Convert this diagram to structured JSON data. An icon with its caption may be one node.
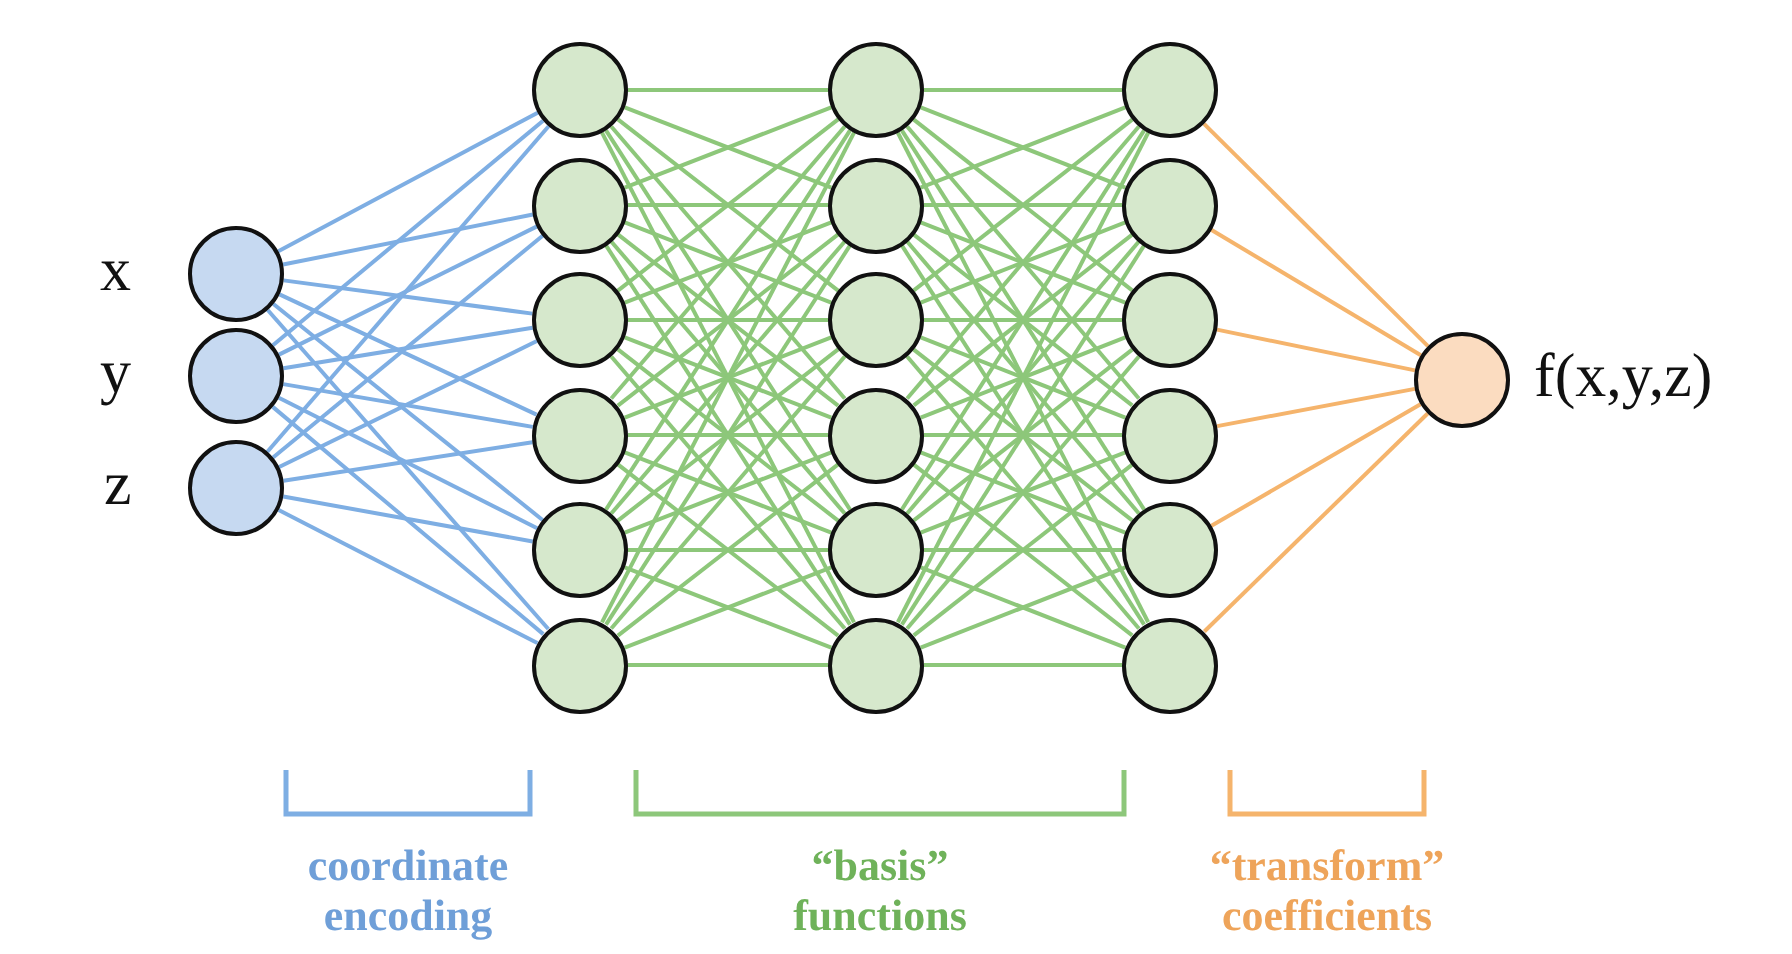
{
  "diagram": {
    "nodes": [
      {
        "text": [],
        "shape": "circle",
        "beside": [
          "x"
        ]
      },
      {
        "text": [],
        "shape": "circle",
        "beside": [
          "y"
        ]
      },
      {
        "text": [],
        "shape": "circle",
        "beside": [
          "z"
        ]
      },
      {
        "text": [],
        "shape": "circle"
      },
      {
        "text": [],
        "shape": "circle"
      },
      {
        "text": [],
        "shape": "circle"
      },
      {
        "text": [],
        "shape": "circle"
      },
      {
        "text": [],
        "shape": "circle"
      },
      {
        "text": [],
        "shape": "circle"
      },
      {
        "text": [],
        "shape": "circle"
      },
      {
        "text": [],
        "shape": "circle"
      },
      {
        "text": [],
        "shape": "circle"
      },
      {
        "text": [],
        "shape": "circle"
      },
      {
        "text": [],
        "shape": "circle"
      },
      {
        "text": [],
        "shape": "circle"
      },
      {
        "text": [],
        "shape": "circle"
      },
      {
        "text": [],
        "shape": "circle"
      },
      {
        "text": [],
        "shape": "circle"
      },
      {
        "text": [],
        "shape": "circle"
      },
      {
        "text": [],
        "shape": "circle"
      },
      {
        "text": [],
        "shape": "circle"
      },
      {
        "text": [],
        "shape": "circle",
        "beside": [
          "f(x,y,z)"
        ]
      }
    ],
    "edges": [
      {
        "from": 0,
        "to": 3,
        "arrow": "none",
        "color": "#7eaee3"
      },
      {
        "from": 0,
        "to": 4,
        "arrow": "none",
        "color": "#7eaee3"
      },
      {
        "from": 0,
        "to": 5,
        "arrow": "none",
        "color": "#7eaee3"
      },
      {
        "from": 0,
        "to": 6,
        "arrow": "none",
        "color": "#7eaee3"
      },
      {
        "from": 0,
        "to": 7,
        "arrow": "none",
        "color": "#7eaee3"
      },
      {
        "from": 0,
        "to": 8,
        "arrow": "none",
        "color": "#7eaee3"
      },
      {
        "from": 1,
        "to": 3,
        "arrow": "none",
        "color": "#7eaee3"
      },
      {
        "from": 1,
        "to": 4,
        "arrow": "none",
        "color": "#7eaee3"
      },
      {
        "from": 1,
        "to": 5,
        "arrow": "none",
        "color": "#7eaee3"
      },
      {
        "from": 1,
        "to": 6,
        "arrow": "none",
        "color": "#7eaee3"
      },
      {
        "from": 1,
        "to": 7,
        "arrow": "none",
        "color": "#7eaee3"
      },
      {
        "from": 1,
        "to": 8,
        "arrow": "none",
        "color": "#7eaee3"
      },
      {
        "from": 2,
        "to": 3,
        "arrow": "none",
        "color": "#7eaee3"
      },
      {
        "from": 2,
        "to": 4,
        "arrow": "none",
        "color": "#7eaee3"
      },
      {
        "from": 2,
        "to": 5,
        "arrow": "none",
        "color": "#7eaee3"
      },
      {
        "from": 2,
        "to": 6,
        "arrow": "none",
        "color": "#7eaee3"
      },
      {
        "from": 2,
        "to": 7,
        "arrow": "none",
        "color": "#7eaee3"
      },
      {
        "from": 2,
        "to": 8,
        "arrow": "none",
        "color": "#7eaee3"
      },
      {
        "from": 3,
        "to": 9,
        "arrow": "none"
      },
      {
        "from": 3,
        "to": 10,
        "arrow": "none"
      },
      {
        "from": 3,
        "to": 11,
        "arrow": "none"
      },
      {
        "from": 3,
        "to": 12,
        "arrow": "none"
      },
      {
        "from": 3,
        "to": 13,
        "arrow": "none"
      },
      {
        "from": 3,
        "to": 14,
        "arrow": "none"
      },
      {
        "from": 4,
        "to": 9,
        "arrow": "none"
      },
      {
        "from": 4,
        "to": 10,
        "arrow": "none"
      },
      {
        "from": 4,
        "to": 11,
        "arrow": "none"
      },
      {
        "from": 4,
        "to": 12,
        "arrow": "none"
      },
      {
        "from": 4,
        "to": 13,
        "arrow": "none"
      },
      {
        "from": 4,
        "to": 14,
        "arrow": "none"
      },
      {
        "from": 5,
        "to": 9,
        "arrow": "none"
      },
      {
        "from": 5,
        "to": 10,
        "arrow": "none"
      },
      {
        "from": 5,
        "to": 11,
        "arrow": "none"
      },
      {
        "from": 5,
        "to": 12,
        "arrow": "none"
      },
      {
        "from": 5,
        "to": 13,
        "arrow": "none"
      },
      {
        "from": 5,
        "to": 14,
        "arrow": "none"
      },
      {
        "from": 6,
        "to": 9,
        "arrow": "none"
      },
      {
        "from": 6,
        "to": 10,
        "arrow": "none"
      },
      {
        "from": 6,
        "to": 11,
        "arrow": "none"
      },
      {
        "from": 6,
        "to": 12,
        "arrow": "none"
      },
      {
        "from": 6,
        "to": 13,
        "arrow": "none"
      },
      {
        "from": 6,
        "to": 14,
        "arrow": "none"
      },
      {
        "from": 7,
        "to": 9,
        "arrow": "none"
      },
      {
        "from": 7,
        "to": 10,
        "arrow": "none"
      },
      {
        "from": 7,
        "to": 11,
        "arrow": "none"
      },
      {
        "from": 7,
        "to": 12,
        "arrow": "none"
      },
      {
        "from": 7,
        "to": 13,
        "arrow": "none"
      },
      {
        "from": 7,
        "to": 14,
        "arrow": "none"
      },
      {
        "from": 8,
        "to": 9,
        "arrow": "none"
      },
      {
        "from": 8,
        "to": 10,
        "arrow": "none"
      },
      {
        "from": 8,
        "to": 11,
        "arrow": "none"
      },
      {
        "from": 8,
        "to": 12,
        "arrow": "none"
      },
      {
        "from": 8,
        "to": 13,
        "arrow": "none"
      },
      {
        "from": 8,
        "to": 14,
        "arrow": "none"
      },
      {
        "from": 9,
        "to": 15,
        "arrow": "none"
      },
      {
        "from": 9,
        "to": 16,
        "arrow": "none"
      },
      {
        "from": 9,
        "to": 17,
        "arrow": "none"
      },
      {
        "from": 9,
        "to": 18,
        "arrow": "none"
      },
      {
        "from": 9,
        "to": 19,
        "arrow": "none"
      },
      {
        "from": 9,
        "to": 20,
        "arrow": "none"
      },
      {
        "from": 10,
        "to": 15,
        "arrow": "none"
      },
      {
        "from": 10,
        "to": 16,
        "arrow": "none"
      },
      {
        "from": 10,
        "to": 17,
        "arrow": "none"
      },
      {
        "from": 10,
        "to": 18,
        "arrow": "none"
      },
      {
        "from": 10,
        "to": 19,
        "arrow": "none"
      },
      {
        "from": 10,
        "to": 20,
        "arrow": "none"
      },
      {
        "from": 11,
        "to": 15,
        "arrow": "none"
      },
      {
        "from": 11,
        "to": 16,
        "arrow": "none"
      },
      {
        "from": 11,
        "to": 17,
        "arrow": "none"
      },
      {
        "from": 11,
        "to": 18,
        "arrow": "none"
      },
      {
        "from": 11,
        "to": 19,
        "arrow": "none"
      },
      {
        "from": 11,
        "to": 20,
        "arrow": "none"
      },
      {
        "from": 12,
        "to": 15,
        "arrow": "none"
      },
      {
        "from": 12,
        "to": 16,
        "arrow": "none"
      },
      {
        "from": 12,
        "to": 17,
        "arrow": "none"
      },
      {
        "from": 12,
        "to": 18,
        "arrow": "none"
      },
      {
        "from": 12,
        "to": 19,
        "arrow": "none"
      },
      {
        "from": 12,
        "to": 20,
        "arrow": "none"
      },
      {
        "from": 13,
        "to": 15,
        "arrow": "none"
      },
      {
        "from": 13,
        "to": 16,
        "arrow": "none"
      },
      {
        "from": 13,
        "to": 17,
        "arrow": "none"
      },
      {
        "from": 13,
        "to": 18,
        "arrow": "none"
      },
      {
        "from": 13,
        "to": 19,
        "arrow": "none"
      },
      {
        "from": 13,
        "to": 20,
        "arrow": "none"
      },
      {
        "from": 14,
        "to": 15,
        "arrow": "none"
      },
      {
        "from": 14,
        "to": 16,
        "arrow": "none"
      },
      {
        "from": 14,
        "to": 17,
        "arrow": "none"
      },
      {
        "from": 14,
        "to": 18,
        "arrow": "none"
      },
      {
        "from": 14,
        "to": 19,
        "arrow": "none"
      },
      {
        "from": 14,
        "to": 20,
        "arrow": "none"
      },
      {
        "from": 15,
        "to": 21,
        "arrow": "none",
        "color": "#f5b46c"
      },
      {
        "from": 16,
        "to": 21,
        "arrow": "none",
        "color": "#f5b46c"
      },
      {
        "from": 17,
        "to": 21,
        "arrow": "none",
        "color": "#f5b46c"
      },
      {
        "from": 18,
        "to": 21,
        "arrow": "none",
        "color": "#f5b46c"
      },
      {
        "from": 19,
        "to": 21,
        "arrow": "none",
        "color": "#f5b46c"
      },
      {
        "from": 20,
        "to": 21,
        "arrow": "none",
        "color": "#f5b46c"
      }
    ],
    "labels": [
      "coordinate encoding",
      "“basis” functions",
      "“transform” coefficients"
    ]
  }
}
